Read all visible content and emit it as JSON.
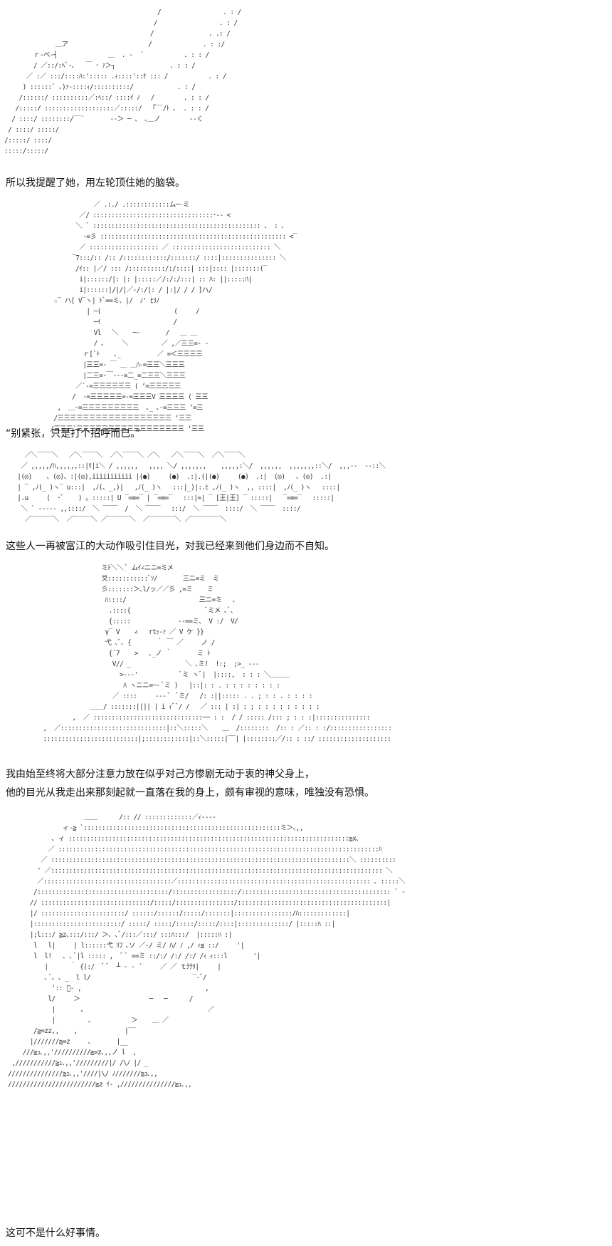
{
  "captions": {
    "c1": "所以我提醒了她，用左轮顶住她的脑袋。",
    "c2": "“别紧张，只是打个招呼而已。”",
    "c3": "这些人一再被富江的大动作吸引住目光，对我已经来到他们身边而不自知。",
    "c4": "我由始至终将大部分注意力放在似乎对己方惨剧无动于衷的神父身上，",
    "c5": "他的目光从我走出来那刻起就一直落在我的身上，颇有审视的意味，唯独没有恐惧。",
    "c6": "这可不是什么好事情。"
  },
  "art": {
    "hand": "                                          /                 . : /\n                                         /                 . : /\n                                        /               . .: /\n              ＿ア                      /              . : :/\n        ｒ‐ベ‐┤              ＿  . -  ´           . : : /\n        / ／::/:ﾍﾞ-､   ￣ ･ ｧ＞┐               . : : /\n      ／ :／ :::/::::ﾊ:'::::: .ｨ::::'::ﾅ ::: /           . : /\n     ) ::::::` ､)ｧ-::::ｨ/::::::::::/            . : /\n    /::::::/ ::::::::::／:ﾍ::/ ::::ｲ ﾉ   /        . : : /\n   /:::::/ :::::::::::::::::::／:::::/  「‾‾/ﾄ ､  . : : /\n  / ::::/ ::::::::/‾‾`       ‐-＞ ─ 、 ､＿ノ        ‐-く\n / ::::/ :::::/\n/:::::/ ::::/\n:::::/:::::/",
    "girl": "              ／ .:./ .::::::::::::ム─‐ミ\n          ／/ :::::::::::::::::::::::::::::::::･‐‐ <\n         ＼ ` :::::::::::::::::::::::::::::::::::::::::::::: 、 : ､\n           ‐=彡 ::::::::::::::::::::::::::::::::::::::::::::::::::: <‾\n          ／ ::::::::::::::::::: ／ ::::::::::::::::::::::::::: ＼\n        ‾7:::/:: /:: /::::::::::::/:::::::/ ::::|::::::::::::::: ＼\n         /ｲ:: |／/ ::: /::::::::::/:/::::| :::|:::: |:::::::(‾\n          i|::::::/|: |: |:::::／/:/:/:::| :: ﾊ: ||:::::ﾊ|\n          i|::::::|/|/|／‐/:/|: / |:|/ / / ]ハ/\n   ☆‾ ハ[ V‾ヽ| ﾄﾞ==ミ、|/  ﾉ' ﾋﾘﾉ\n            | ─(                    (     /\n              ─ｲ                    /\n              Vl   ＼    ─‐       /   ＿ ＿\n              / 、    ＼         ／ ,／三三=‐ ‐\n           ｒ[`ﾄ    ､_          ／ =＜三三三三\n           |三三=‐ ￣ ＿ ＿ﾊ‐=三三＼三三三\n           |二三=‐￣‐‐‐=二_=二三三＼三三三\n         ／`‐=三三三三三三 ( ‘=三三三三三\n        /  ‐=三三三三三=‐=三三三V 三三三三 ( 三三\n    ,  ＿‐=三三三三三三三三三  ､_ ､‐=三三三 ‘=三\n   /三三三三三三三三三三三三三三三三三三 ‘三三\n  /三三三`三三三三三三三三三三三三三三三三三 ‘三三",
    "faces": "    ／＼‾‾‾‾＼   ／＼‾‾‾‾＼  ／＼‾‾‾‾＼ ／＼   ／＼‾‾‾‾＼  ／＼‾‾‾‾＼\n   ／ ,,,,,/ﾊ,,,,,,::|ﾘ|i＼ / ,,,,,,   ,,,, ＼/ ,,,,,,,    ,,,,,:＼/  ,,,,,,  ,,,,,,,::＼/  ,,,‐‐  ‐‐::＼\n  |(◎)    、(◎)、:|(◎),iiiiiiiiiii |(●)     (●)  .:|.(|(●)     (●)  .:|  (◎)   、(◎)  .:|\n  | ‾ ,ﾉ(_ )ヽ‾ u:::|  ,ﾉ(、_,)|   ,ﾉ(_ )ヽ   :::|_)|:.ﾋ ,ﾉ(_ )ヽ  ,, ::::|  ,ﾉ(_ )ヽ   ::::|\n  |.u     (  ･ﾞ    ) 。:::::| U ‾=≡=‾ | ‾=≡=‾   :::|=| ‾ [王|王] ‾ :::::|   ‾=≡=‾   :::::|\n   ＼ ` ‐-‐‐‐ ,,::::/  ＼ ‾‾‾‾  /  ＼ ‾‾‾‾   :::/  ＼ ‾‾‾‾  ::::/  ＼ ‾‾‾‾  ::::/\n    ／‾‾‾‾‾‾＼  ／‾‾‾‾‾＼ ／‾‾‾‾‾‾＼  ／‾‾‾‾‾‾‾＼ ／‾‾‾‾‾‾‾‾＼",
    "priest": "                    ミﾄ＼＼ ﾞ ムｲ∠ニニ=ミメ\n                    爻:::::::::::ﾞｿ/       三ニ=ミ  ミ\n                    彡:::::::＞､l/ッ／／彡 ,=ミ    ミ\n                     ﾊ::::/                    三ニ=ミ   ､\n                      .::::{                     ﾞミメ ､ﾞ､\n                      {:::::             ‐‐==ミ、 V :/  V/\n                     γ‾ V    ∠   rtｯ‐ｧ ／ V ケ }}\n                     弋 ､ﾞ､ {       ｀ ￣ ／     ノ /\n                      {´7    >   ､_ノ ｀       ミ ﾄ\n                       V// _               ＼ ､ミ!  !:;  ;>_ ‐‐‐\n                         >‐‐‐'            ﾞミ ヽﾞ|  |::::,  : : : ＼＿＿＿\n                          ﾊ ヽニニ=─‐ ﾞミ )   |::|: : . : : : : : : : :\n                       ／ ::::     ‐‐‐ ﾞ  ﾞミ/   /: :||::::: . . ; : : . : : : :\n                 ＿＿/ :::::::|||| | i ｨﾞﾞ/ /   ／ ::: | :| : ; : : : : : : : : :\n            ,  ／ ::::::::::::::::::::::::::::::── : :  / / ::::: /::: ; : : :|:::::::::::::::\n    ,  ／:::::::::::::::::::::::::::::|::＼:::::＼    ＿  /::::::::  /:: : ／:: : :/:::::::::::::::::\n    ::::::::::::::::::::::::::|;::::::::::::|::＼:::::|‾‾| |::::::::／/:: : ::/ ::::::::::::::::::::",
    "priest2": "                      ＿＿      /:: // :::::::::::::／ｨ‐‐‐‐\n                ィ‐≧ `::::::::::::::::::::::::::::::::::::::::::::::::::::::ミ＞､,,\n             ､ ィ :::::::::::::::::::::::::::::::::::::::::::::::::::::::::::::::::::::::::::::≧x､\n            ／ ::::::::::::::::::::::::::::::::::::::::::::::::::::::::::::::::::::::::::::::::::::::::ﾊ\n          ／ ::::::::::::::::::::::::::::::::::::::::::::::::::::::::::::::::::::::::::::::::::＼ ::::::::::\n         ' ／::::::::::::::::::::::::::::::::::::::::::::::::::::::::::::::::::::::::::::::::::::::::::: ＼\n         ／:::::::::::::::::::::::::::::::::::／::::::::::::::::::::::::::::::::::::::::::::::::::::: ､ :::::＼\n        /::::::::::::::::::::::::::::::::::::/::::::::::::::::::/::::::::::::::::::::::::::::::::::::::::: ` ‐\n       // ::::::::::::::::::::::::::::::/:::::/::::::::::::::::/:::::::::::::::::::::::::::::::::::::::::|\n       |/ :::::::::::::::::::::::/ ::::::/::::::/:::::/:::::::|::::::::::::::::/ﾊ:::::::::::::|\n       |::::::::::::::::::::::::/ :::::/ :::::/:::::/:::::/::::|::::::::::::::/ |:::::ﾊ ::|\n       |;l:::/ ≧z､:::/:::/ ＞､ ､ﾞ/:::／:::/ :::ﾊ:::/  |:::::ﾊ :|\n        l   l|     | l::::::弋 ﾘﾌ ､ソ ／‐/ ミ/ ﾊ/ ﾉ ,/ ｨ≦ ::/     '|\n        l  l!   ､ ､ ﾞ|l ::::: ,  ﾞ ﾞ ==ミ ::/:/ /:/ /:/ /ｨ ｨ:::l       '|\n           |      ｀ {(:/  ﾞ ﾞ  ┴ ‐ ‐ ´     ／ ／ ｔﾃﾃﾘ|     |\n           ､ ﾞ､ ､ _  l l/                            ‾‐ﾞ/\n             ':: ﾞ‐ ,                                  ,\n            l/     ＞                   ─   ─      /\n             |       ､                                  ／\n             |         ､           ＞    ＿ ／\n        /≧=zz,,    ,             |‾‾\n       |///////≧=z     ､       |__\n     ///≧ｭ､,,'//////////≧=z､,,ノ l  ,\n  ,///////////≧ｭ､,,'/////////|/ /\\ﾉ |/ _\n ///////////////≧ｭ､,,'////|\\/ ﾉ///////≧ｭ､,,\n ////////////////////////≧z ｲ‐ ,///////////////≧ｭ､,,"
  }
}
